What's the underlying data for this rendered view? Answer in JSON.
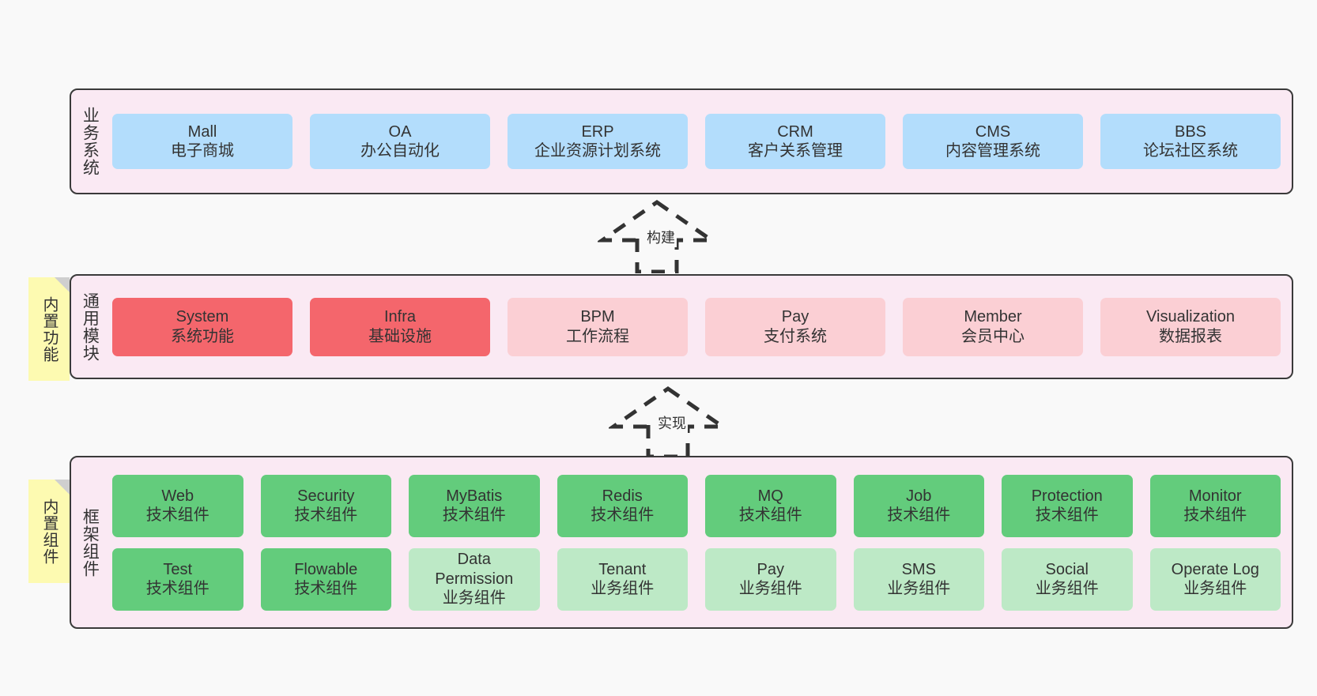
{
  "diagram": {
    "background_color": "#f9f9f9",
    "band_background": "#fae9f3",
    "border_color": "#3a3a3a",
    "note_color": "#fdfab1",
    "colors": {
      "business": "#b3ddfc",
      "core_active": "#f4666c",
      "core_planned": "#fbcfd4",
      "tech_component": "#63cc7c",
      "biz_component": "#bde9c6"
    }
  },
  "layers": {
    "business": {
      "label": "业务系统",
      "items": [
        {
          "name": "Mall",
          "desc": "电子商城",
          "color": "blue"
        },
        {
          "name": "OA",
          "desc": "办公自动化",
          "color": "blue"
        },
        {
          "name": "ERP",
          "desc": "企业资源计划系统",
          "color": "blue"
        },
        {
          "name": "CRM",
          "desc": "客户关系管理",
          "color": "blue"
        },
        {
          "name": "CMS",
          "desc": "内容管理系统",
          "color": "blue"
        },
        {
          "name": "BBS",
          "desc": "论坛社区系统",
          "color": "blue"
        }
      ]
    },
    "common": {
      "label": "通用模块",
      "note": "内置功能",
      "items": [
        {
          "name": "System",
          "desc": "系统功能",
          "color": "red"
        },
        {
          "name": "Infra",
          "desc": "基础设施",
          "color": "red"
        },
        {
          "name": "BPM",
          "desc": "工作流程",
          "color": "pink"
        },
        {
          "name": "Pay",
          "desc": "支付系统",
          "color": "pink"
        },
        {
          "name": "Member",
          "desc": "会员中心",
          "color": "pink"
        },
        {
          "name": "Visualization",
          "desc": "数据报表",
          "color": "pink"
        }
      ]
    },
    "framework": {
      "label": "框架组件",
      "note": "内置组件",
      "row1": [
        {
          "name": "Web",
          "desc": "技术组件",
          "color": "green"
        },
        {
          "name": "Security",
          "desc": "技术组件",
          "color": "green"
        },
        {
          "name": "MyBatis",
          "desc": "技术组件",
          "color": "green"
        },
        {
          "name": "Redis",
          "desc": "技术组件",
          "color": "green"
        },
        {
          "name": "MQ",
          "desc": "技术组件",
          "color": "green"
        },
        {
          "name": "Job",
          "desc": "技术组件",
          "color": "green"
        },
        {
          "name": "Protection",
          "desc": "技术组件",
          "color": "green"
        },
        {
          "name": "Monitor",
          "desc": "技术组件",
          "color": "green"
        }
      ],
      "row2": [
        {
          "name": "Test",
          "desc": "技术组件",
          "color": "green"
        },
        {
          "name": "Flowable",
          "desc": "技术组件",
          "color": "green"
        },
        {
          "name": "Data",
          "name2": "Permission",
          "desc": "业务组件",
          "color": "lightgreen"
        },
        {
          "name": "Tenant",
          "desc": "业务组件",
          "color": "lightgreen"
        },
        {
          "name": "Pay",
          "desc": "业务组件",
          "color": "lightgreen"
        },
        {
          "name": "SMS",
          "desc": "业务组件",
          "color": "lightgreen"
        },
        {
          "name": "Social",
          "desc": "业务组件",
          "color": "lightgreen"
        },
        {
          "name": "Operate Log",
          "desc": "业务组件",
          "color": "lightgreen"
        }
      ]
    }
  },
  "connectors": [
    {
      "id": "build",
      "label": "构建",
      "from": "common",
      "to": "business",
      "style": "dashed-generalization"
    },
    {
      "id": "impl",
      "label": "实现",
      "from": "framework",
      "to": "common",
      "style": "dashed-generalization"
    }
  ]
}
